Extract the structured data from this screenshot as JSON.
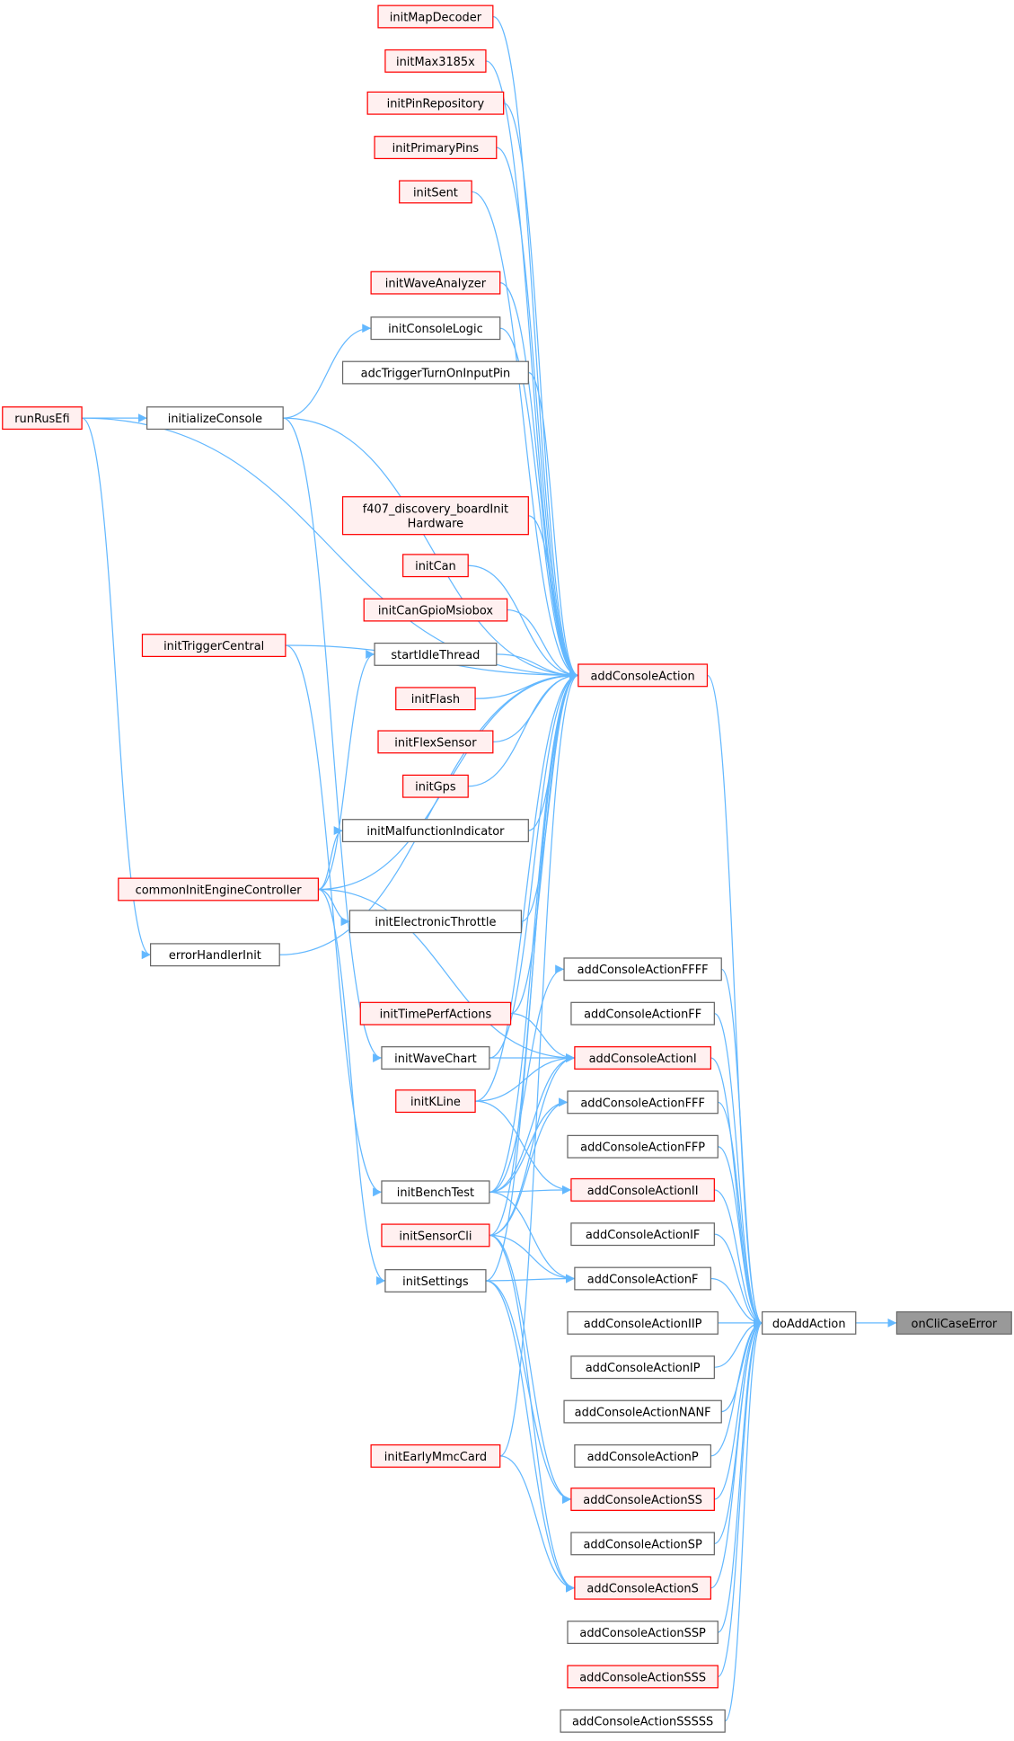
{
  "graph": {
    "focus_node": "onCliCaseError",
    "colors": {
      "edge": "#63b8ff",
      "red_fill": "#fff0f0",
      "red_stroke": "#ff0000",
      "white_fill": "#ffffff",
      "white_stroke": "#666666",
      "gray_fill": "#999999"
    },
    "nodes": [
      {
        "id": "initMapDecoder",
        "lines": [
          "initMapDecoder"
        ],
        "kind": "red"
      },
      {
        "id": "initMax3185x",
        "lines": [
          "initMax3185x"
        ],
        "kind": "red"
      },
      {
        "id": "initPinRepository",
        "lines": [
          "initPinRepository"
        ],
        "kind": "red"
      },
      {
        "id": "initPrimaryPins",
        "lines": [
          "initPrimaryPins"
        ],
        "kind": "red"
      },
      {
        "id": "initSent",
        "lines": [
          "initSent"
        ],
        "kind": "red"
      },
      {
        "id": "initWaveAnalyzer",
        "lines": [
          "initWaveAnalyzer"
        ],
        "kind": "red"
      },
      {
        "id": "initConsoleLogic",
        "lines": [
          "initConsoleLogic"
        ],
        "kind": "white"
      },
      {
        "id": "adcTriggerTurnOnInputPin",
        "lines": [
          "adcTriggerTurnOnInputPin"
        ],
        "kind": "white"
      },
      {
        "id": "f407",
        "lines": [
          "f407_discovery_boardInit",
          "Hardware"
        ],
        "kind": "red"
      },
      {
        "id": "initCan",
        "lines": [
          "initCan"
        ],
        "kind": "red"
      },
      {
        "id": "initCanGpioMsiobox",
        "lines": [
          "initCanGpioMsiobox"
        ],
        "kind": "red"
      },
      {
        "id": "startIdleThread",
        "lines": [
          "startIdleThread"
        ],
        "kind": "white"
      },
      {
        "id": "initFlash",
        "lines": [
          "initFlash"
        ],
        "kind": "red"
      },
      {
        "id": "initFlexSensor",
        "lines": [
          "initFlexSensor"
        ],
        "kind": "red"
      },
      {
        "id": "initGps",
        "lines": [
          "initGps"
        ],
        "kind": "red"
      },
      {
        "id": "initMalfunctionIndicator",
        "lines": [
          "initMalfunctionIndicator"
        ],
        "kind": "white"
      },
      {
        "id": "initElectronicThrottle",
        "lines": [
          "initElectronicThrottle"
        ],
        "kind": "white"
      },
      {
        "id": "initTimePerfActions",
        "lines": [
          "initTimePerfActions"
        ],
        "kind": "red"
      },
      {
        "id": "initWaveChart",
        "lines": [
          "initWaveChart"
        ],
        "kind": "white"
      },
      {
        "id": "initKLine",
        "lines": [
          "initKLine"
        ],
        "kind": "red"
      },
      {
        "id": "initBenchTest",
        "lines": [
          "initBenchTest"
        ],
        "kind": "white"
      },
      {
        "id": "initSensorCli",
        "lines": [
          "initSensorCli"
        ],
        "kind": "red"
      },
      {
        "id": "initSettings",
        "lines": [
          "initSettings"
        ],
        "kind": "white"
      },
      {
        "id": "initEarlyMmcCard",
        "lines": [
          "initEarlyMmcCard"
        ],
        "kind": "red"
      },
      {
        "id": "runRusEfi",
        "lines": [
          "runRusEfi"
        ],
        "kind": "red"
      },
      {
        "id": "initializeConsole",
        "lines": [
          "initializeConsole"
        ],
        "kind": "white"
      },
      {
        "id": "initTriggerCentral",
        "lines": [
          "initTriggerCentral"
        ],
        "kind": "red"
      },
      {
        "id": "commonInitEngineController",
        "lines": [
          "commonInitEngineController"
        ],
        "kind": "red"
      },
      {
        "id": "errorHandlerInit",
        "lines": [
          "errorHandlerInit"
        ],
        "kind": "white"
      },
      {
        "id": "addConsoleAction",
        "lines": [
          "addConsoleAction"
        ],
        "kind": "red"
      },
      {
        "id": "addConsoleActionFFFF",
        "lines": [
          "addConsoleActionFFFF"
        ],
        "kind": "white"
      },
      {
        "id": "addConsoleActionFF",
        "lines": [
          "addConsoleActionFF"
        ],
        "kind": "white"
      },
      {
        "id": "addConsoleActionI",
        "lines": [
          "addConsoleActionI"
        ],
        "kind": "red"
      },
      {
        "id": "addConsoleActionFFF",
        "lines": [
          "addConsoleActionFFF"
        ],
        "kind": "white"
      },
      {
        "id": "addConsoleActionFFP",
        "lines": [
          "addConsoleActionFFP"
        ],
        "kind": "white"
      },
      {
        "id": "addConsoleActionII",
        "lines": [
          "addConsoleActionII"
        ],
        "kind": "red"
      },
      {
        "id": "addConsoleActionIF",
        "lines": [
          "addConsoleActionIF"
        ],
        "kind": "white"
      },
      {
        "id": "addConsoleActionF",
        "lines": [
          "addConsoleActionF"
        ],
        "kind": "white"
      },
      {
        "id": "addConsoleActionIIP",
        "lines": [
          "addConsoleActionIIP"
        ],
        "kind": "white"
      },
      {
        "id": "addConsoleActionIP",
        "lines": [
          "addConsoleActionIP"
        ],
        "kind": "white"
      },
      {
        "id": "addConsoleActionNANF",
        "lines": [
          "addConsoleActionNANF"
        ],
        "kind": "white"
      },
      {
        "id": "addConsoleActionP",
        "lines": [
          "addConsoleActionP"
        ],
        "kind": "white"
      },
      {
        "id": "addConsoleActionSS",
        "lines": [
          "addConsoleActionSS"
        ],
        "kind": "red"
      },
      {
        "id": "addConsoleActionSP",
        "lines": [
          "addConsoleActionSP"
        ],
        "kind": "white"
      },
      {
        "id": "addConsoleActionS",
        "lines": [
          "addConsoleActionS"
        ],
        "kind": "red"
      },
      {
        "id": "addConsoleActionSSP",
        "lines": [
          "addConsoleActionSSP"
        ],
        "kind": "white"
      },
      {
        "id": "addConsoleActionSSS",
        "lines": [
          "addConsoleActionSSS"
        ],
        "kind": "red"
      },
      {
        "id": "addConsoleActionSSSSS",
        "lines": [
          "addConsoleActionSSSSS"
        ],
        "kind": "white"
      },
      {
        "id": "doAddAction",
        "lines": [
          "doAddAction"
        ],
        "kind": "white"
      },
      {
        "id": "onCliCaseError",
        "lines": [
          "onCliCaseError"
        ],
        "kind": "gray"
      }
    ],
    "edges": [
      [
        "initMapDecoder",
        "addConsoleAction"
      ],
      [
        "initMax3185x",
        "addConsoleAction"
      ],
      [
        "initPinRepository",
        "addConsoleAction"
      ],
      [
        "initPrimaryPins",
        "addConsoleAction"
      ],
      [
        "initSent",
        "addConsoleAction"
      ],
      [
        "initWaveAnalyzer",
        "addConsoleAction"
      ],
      [
        "initConsoleLogic",
        "addConsoleAction"
      ],
      [
        "adcTriggerTurnOnInputPin",
        "addConsoleAction"
      ],
      [
        "f407",
        "addConsoleAction"
      ],
      [
        "initCan",
        "addConsoleAction"
      ],
      [
        "initCanGpioMsiobox",
        "addConsoleAction"
      ],
      [
        "startIdleThread",
        "addConsoleAction"
      ],
      [
        "initFlash",
        "addConsoleAction"
      ],
      [
        "initFlexSensor",
        "addConsoleAction"
      ],
      [
        "initGps",
        "addConsoleAction"
      ],
      [
        "initMalfunctionIndicator",
        "addConsoleAction"
      ],
      [
        "initElectronicThrottle",
        "addConsoleAction"
      ],
      [
        "initTimePerfActions",
        "addConsoleAction"
      ],
      [
        "initWaveChart",
        "addConsoleAction"
      ],
      [
        "initKLine",
        "addConsoleAction"
      ],
      [
        "initBenchTest",
        "addConsoleAction"
      ],
      [
        "initSensorCli",
        "addConsoleAction"
      ],
      [
        "initSettings",
        "addConsoleAction"
      ],
      [
        "initEarlyMmcCard",
        "addConsoleAction"
      ],
      [
        "runRusEfi",
        "addConsoleAction"
      ],
      [
        "runRusEfi",
        "initializeConsole"
      ],
      [
        "runRusEfi",
        "errorHandlerInit"
      ],
      [
        "initializeConsole",
        "initConsoleLogic"
      ],
      [
        "initializeConsole",
        "addConsoleAction"
      ],
      [
        "initializeConsole",
        "initWaveChart"
      ],
      [
        "initTriggerCentral",
        "addConsoleAction"
      ],
      [
        "initTriggerCentral",
        "initBenchTest"
      ],
      [
        "commonInitEngineController",
        "startIdleThread"
      ],
      [
        "commonInitEngineController",
        "initMalfunctionIndicator"
      ],
      [
        "commonInitEngineController",
        "initElectronicThrottle"
      ],
      [
        "commonInitEngineController",
        "addConsoleAction"
      ],
      [
        "commonInitEngineController",
        "initSettings"
      ],
      [
        "commonInitEngineController",
        "addConsoleActionI"
      ],
      [
        "errorHandlerInit",
        "addConsoleAction"
      ],
      [
        "initTimePerfActions",
        "addConsoleActionI"
      ],
      [
        "initWaveChart",
        "addConsoleActionI"
      ],
      [
        "initKLine",
        "addConsoleActionI"
      ],
      [
        "initBenchTest",
        "addConsoleActionI"
      ],
      [
        "initSensorCli",
        "addConsoleActionI"
      ],
      [
        "initBenchTest",
        "addConsoleActionFFFF"
      ],
      [
        "initBenchTest",
        "addConsoleActionFFF"
      ],
      [
        "initSensorCli",
        "addConsoleActionFFF"
      ],
      [
        "initKLine",
        "addConsoleActionII"
      ],
      [
        "initBenchTest",
        "addConsoleActionII"
      ],
      [
        "initBenchTest",
        "addConsoleActionF"
      ],
      [
        "initSettings",
        "addConsoleActionF"
      ],
      [
        "initSensorCli",
        "addConsoleActionF"
      ],
      [
        "initSettings",
        "addConsoleActionSS"
      ],
      [
        "initSensorCli",
        "addConsoleActionSS"
      ],
      [
        "initSettings",
        "addConsoleActionS"
      ],
      [
        "initEarlyMmcCard",
        "addConsoleActionS"
      ],
      [
        "initSensorCli",
        "addConsoleActionS"
      ],
      [
        "addConsoleAction",
        "doAddAction"
      ],
      [
        "addConsoleActionFFFF",
        "doAddAction"
      ],
      [
        "addConsoleActionFF",
        "doAddAction"
      ],
      [
        "addConsoleActionI",
        "doAddAction"
      ],
      [
        "addConsoleActionFFF",
        "doAddAction"
      ],
      [
        "addConsoleActionFFP",
        "doAddAction"
      ],
      [
        "addConsoleActionII",
        "doAddAction"
      ],
      [
        "addConsoleActionIF",
        "doAddAction"
      ],
      [
        "addConsoleActionF",
        "doAddAction"
      ],
      [
        "addConsoleActionIIP",
        "doAddAction"
      ],
      [
        "addConsoleActionIP",
        "doAddAction"
      ],
      [
        "addConsoleActionNANF",
        "doAddAction"
      ],
      [
        "addConsoleActionP",
        "doAddAction"
      ],
      [
        "addConsoleActionSS",
        "doAddAction"
      ],
      [
        "addConsoleActionSP",
        "doAddAction"
      ],
      [
        "addConsoleActionS",
        "doAddAction"
      ],
      [
        "addConsoleActionSSP",
        "doAddAction"
      ],
      [
        "addConsoleActionSSS",
        "doAddAction"
      ],
      [
        "addConsoleActionSSSSS",
        "doAddAction"
      ],
      [
        "doAddAction",
        "onCliCaseError"
      ]
    ]
  }
}
